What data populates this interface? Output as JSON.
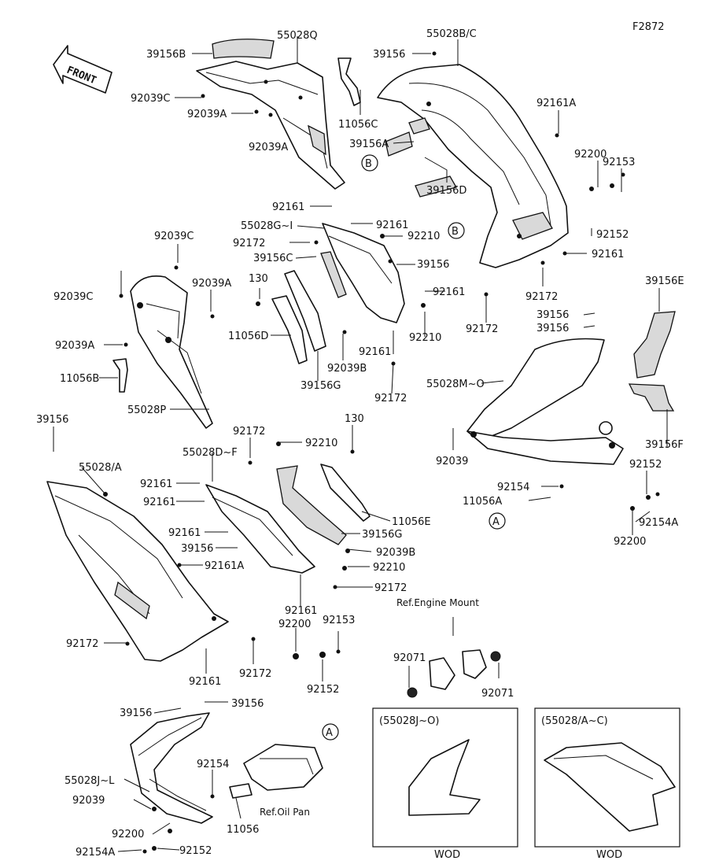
{
  "figure_code": "F2872",
  "front_label": "FRONT",
  "ref_labels": {
    "engine_mount": "Ref.Engine Mount",
    "oil_pan": "Ref.Oil Pan"
  },
  "callouts": {
    "a": "A",
    "b": "B"
  },
  "insets": [
    {
      "caption": "(55028J~O)",
      "footer": "WOD"
    },
    {
      "caption": "(55028/A~C)",
      "footer": "WOD"
    }
  ],
  "labels": {
    "l01": "39156B",
    "l02": "55028Q",
    "l03": "92039C",
    "l04": "92039A",
    "l05": "92039A",
    "l06": "11056C",
    "l07": "39156",
    "l08": "55028B/C",
    "l09": "92161A",
    "l10": "39156A",
    "l11": "92161",
    "l12": "39156D",
    "l13": "92200",
    "l14": "92153",
    "l15": "55028G~I",
    "l16": "92161",
    "l17": "92172",
    "l18": "92210",
    "l19": "92152",
    "l20": "39156C",
    "l21": "39156",
    "l22": "92161",
    "l23": "92039C",
    "l24": "92039A",
    "l25": "92039C",
    "l26": "130",
    "l27": "92161",
    "l28": "92172",
    "l29": "39156E",
    "l30": "11056D",
    "l31": "92210",
    "l32": "92172",
    "l33": "92039A",
    "l34": "92039B",
    "l35": "92161",
    "l36": "39156",
    "l37": "39156",
    "l38": "11056B",
    "l39": "39156G",
    "l40": "92172",
    "l41": "55028M~O",
    "l42": "55028P",
    "l43": "39156",
    "l44": "92039",
    "l45": "39156F",
    "l46": "92172",
    "l47": "130",
    "l48": "55028D~F",
    "l49": "92210",
    "l50": "55028/A",
    "l51": "92152",
    "l52": "92154",
    "l53": "92161",
    "l54": "11056A",
    "l55": "92161",
    "l56": "11056E",
    "l57": "92154A",
    "l58": "92161",
    "l59": "39156G",
    "l60": "92200",
    "l61": "39156",
    "l62": "92039B",
    "l63": "92161A",
    "l64": "92210",
    "l65": "92172",
    "l66": "92161",
    "l67": "92200",
    "l68": "92153",
    "l69": "92172",
    "l70": "92071",
    "l71": "92071",
    "l72": "92161",
    "l73": "92172",
    "l74": "92152",
    "l75": "39156",
    "l76": "39156",
    "l77": "92154",
    "l78": "55028J~L",
    "l79": "92039",
    "l80": "11056",
    "l81": "92200",
    "l82": "92154A",
    "l83": "92152"
  }
}
